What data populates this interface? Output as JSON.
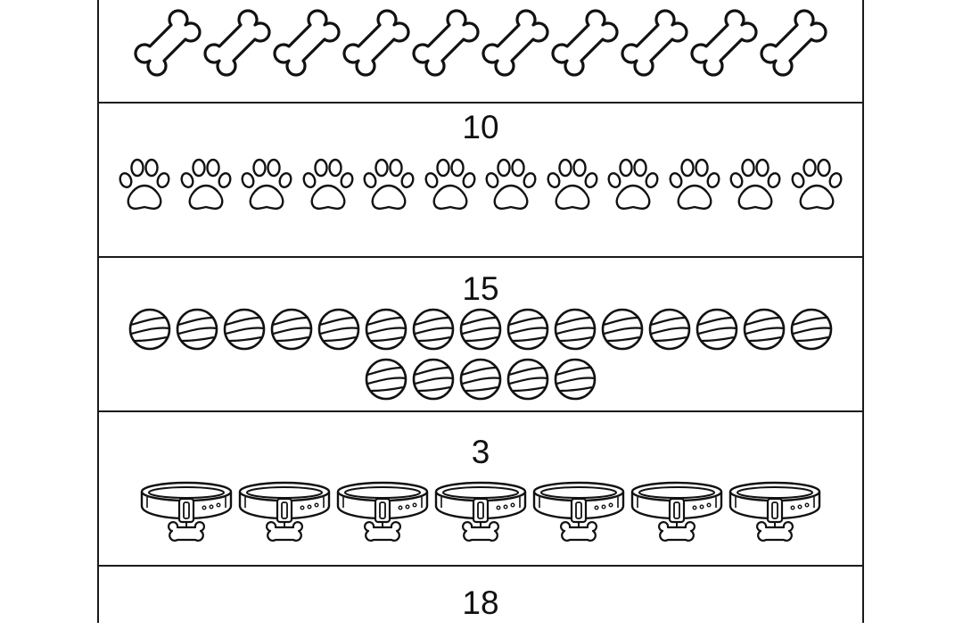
{
  "worksheet": {
    "rows": [
      {
        "number": "",
        "icon": "dog-bone-icon",
        "count": 10
      },
      {
        "number": "10",
        "icon": "paw-print-icon",
        "count": 12
      },
      {
        "number": "15",
        "icon": "tennis-ball-icon",
        "count": 20
      },
      {
        "number": "3",
        "icon": "dog-collar-icon",
        "count": 7
      },
      {
        "number": "18",
        "icon": "",
        "count": 0
      }
    ],
    "line_color": "#1a1a1a"
  }
}
